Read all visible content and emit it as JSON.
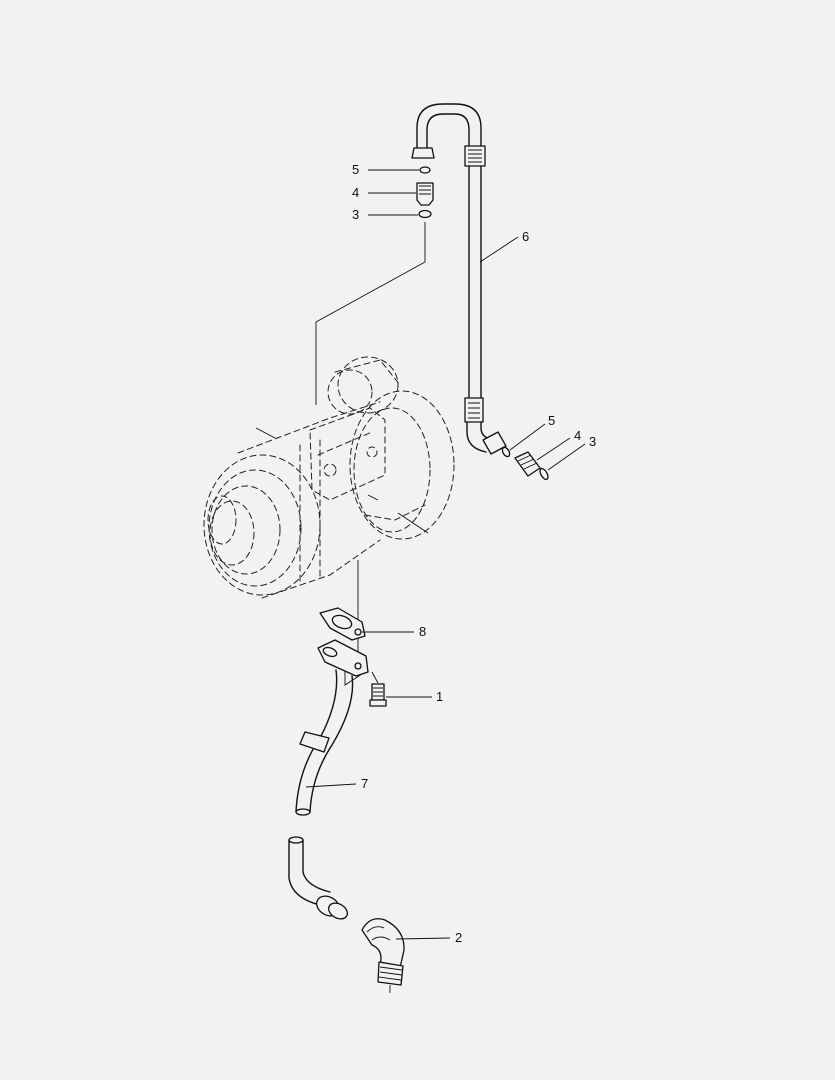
{
  "figure": {
    "background": "#f2f2f2",
    "ink": "#111111"
  },
  "callouts": [
    {
      "id": "c5-top",
      "label": "5"
    },
    {
      "id": "c4-top",
      "label": "4"
    },
    {
      "id": "c3-top",
      "label": "3"
    },
    {
      "id": "c6",
      "label": "6"
    },
    {
      "id": "c5-right",
      "label": "5"
    },
    {
      "id": "c4-right",
      "label": "4"
    },
    {
      "id": "c3-right",
      "label": "3"
    },
    {
      "id": "c8",
      "label": "8"
    },
    {
      "id": "c1",
      "label": "1"
    },
    {
      "id": "c7",
      "label": "7"
    },
    {
      "id": "c2",
      "label": "2"
    }
  ]
}
